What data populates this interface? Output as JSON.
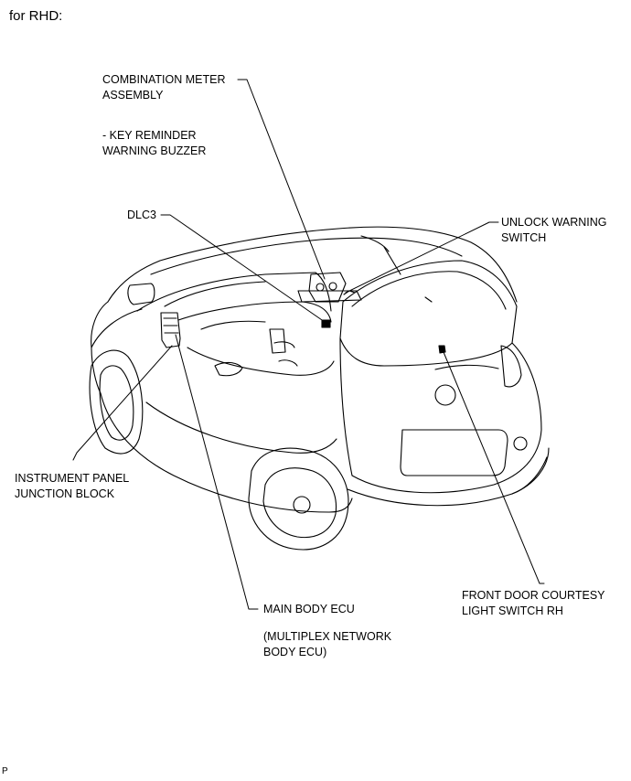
{
  "header": {
    "title": "for RHD:"
  },
  "labels": {
    "combination_meter": {
      "line1": "COMBINATION METER",
      "line2": "ASSEMBLY"
    },
    "key_reminder": {
      "line1": "- KEY REMINDER",
      "line2": "WARNING BUZZER"
    },
    "dlc3": {
      "line1": "DLC3"
    },
    "unlock_warning": {
      "line1": "UNLOCK WARNING",
      "line2": "SWITCH"
    },
    "instrument_panel_jb": {
      "line1": "INSTRUMENT PANEL",
      "line2": "JUNCTION BLOCK"
    },
    "main_body_ecu": {
      "line1": "MAIN BODY ECU"
    },
    "multiplex": {
      "line1": "(MULTIPLEX NETWORK",
      "line2": "BODY ECU)"
    },
    "front_door_courtesy": {
      "line1": "FRONT DOOR COURTESY",
      "line2": "LIGHT SWITCH RH"
    }
  },
  "footer": {
    "code": "P"
  }
}
